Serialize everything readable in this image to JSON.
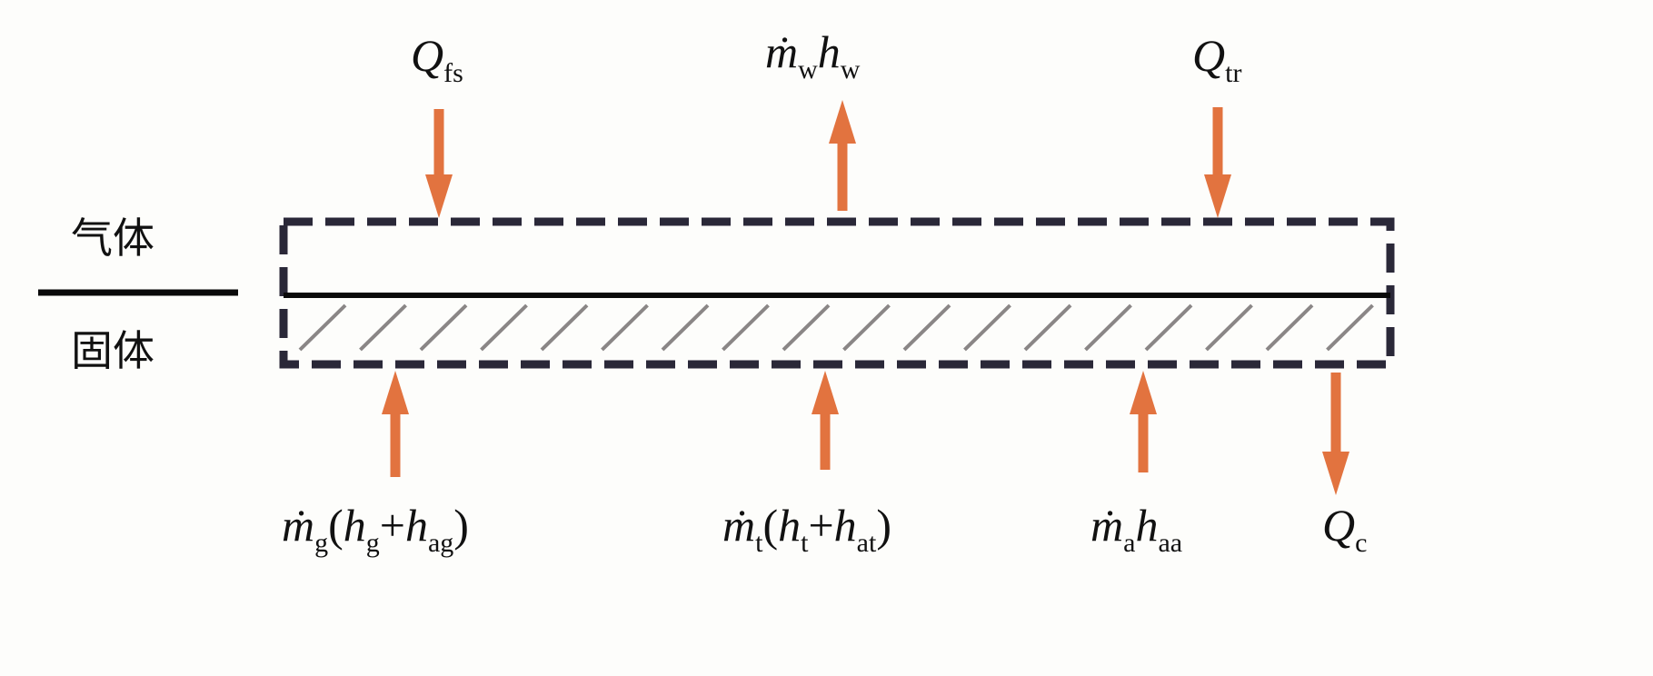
{
  "colors": {
    "arrow": "#E2733F",
    "box": "#2a2838",
    "hatch": "#8a8686",
    "interface": "#0a0a0a"
  },
  "phases": {
    "gas": "气体",
    "solid": "固体"
  },
  "labels": {
    "q_fs": [
      {
        "t": "Q"
      },
      {
        "t": "fs",
        "sub": true
      }
    ],
    "m_w_h_w": [
      {
        "t": "ṁ"
      },
      {
        "t": "w",
        "sub": true
      },
      {
        "t": "h"
      },
      {
        "t": "w",
        "sub": true
      }
    ],
    "q_tr": [
      {
        "t": "Q"
      },
      {
        "t": "tr",
        "sub": true
      }
    ],
    "m_g": [
      {
        "t": "ṁ"
      },
      {
        "t": "g",
        "sub": true
      },
      {
        "t": "(",
        "up": true
      },
      {
        "t": "h"
      },
      {
        "t": "g",
        "sub": true
      },
      {
        "t": "+",
        "up": true
      },
      {
        "t": "h"
      },
      {
        "t": "ag",
        "sub": true
      },
      {
        "t": ")",
        "up": true
      }
    ],
    "m_t": [
      {
        "t": "ṁ"
      },
      {
        "t": "t",
        "sub": true
      },
      {
        "t": "(",
        "up": true
      },
      {
        "t": "h"
      },
      {
        "t": "t",
        "sub": true
      },
      {
        "t": "+",
        "up": true
      },
      {
        "t": "h"
      },
      {
        "t": "at",
        "sub": true
      },
      {
        "t": ")",
        "up": true
      }
    ],
    "m_a_h_aa": [
      {
        "t": "ṁ"
      },
      {
        "t": "a",
        "sub": true
      },
      {
        "t": "h"
      },
      {
        "t": "aa",
        "sub": true
      }
    ],
    "q_c": [
      {
        "t": "Q"
      },
      {
        "t": "c",
        "sub": true
      }
    ]
  }
}
